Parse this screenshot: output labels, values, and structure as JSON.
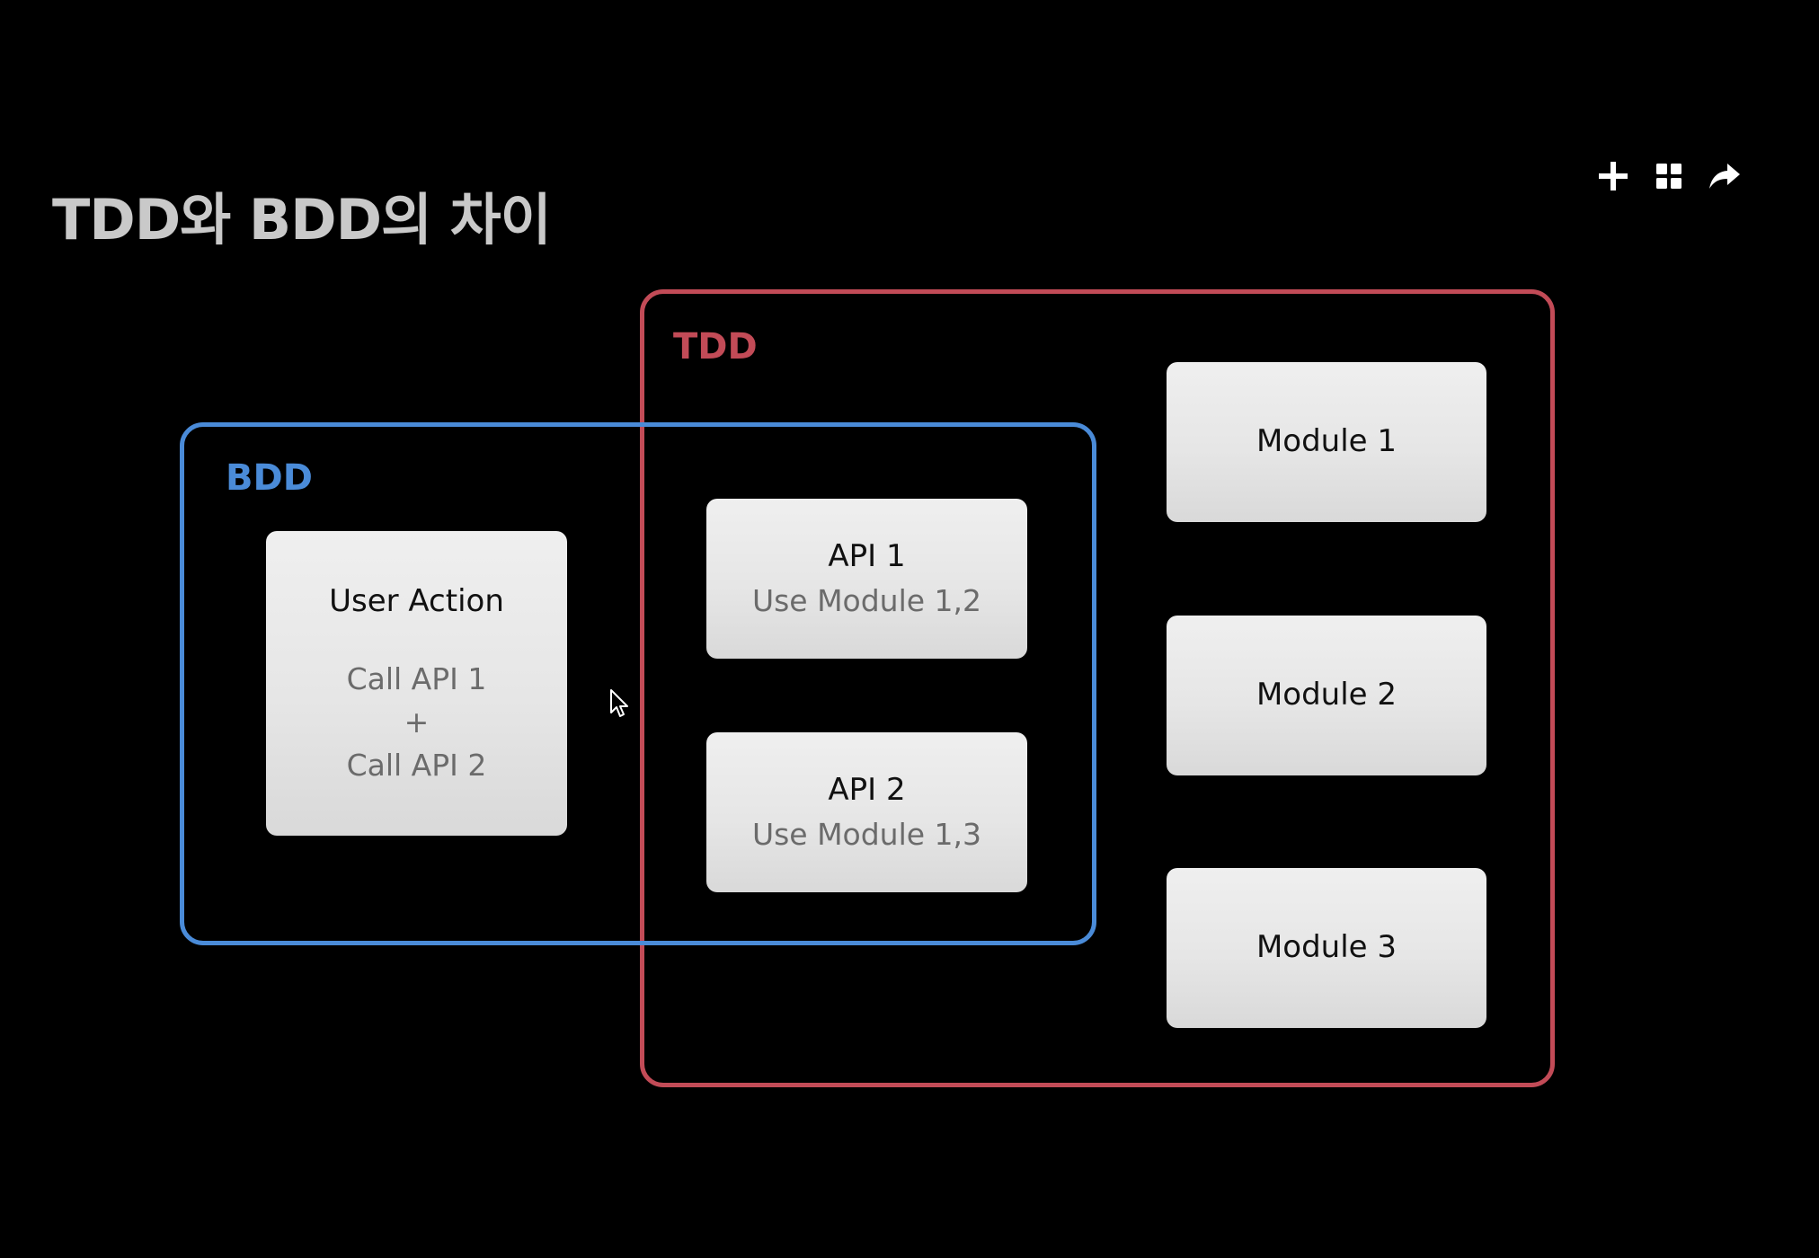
{
  "title": "TDD와 BDD의 차이",
  "toolbar": {
    "icons": [
      "plus-icon",
      "grid-icon",
      "share-arrow-icon"
    ]
  },
  "tdd": {
    "label": "TDD",
    "color": "#c24b57"
  },
  "bdd": {
    "label": "BDD",
    "color": "#4a8bd8"
  },
  "user_action": {
    "title": "User Action",
    "line1": "Call API 1",
    "line2": "+",
    "line3": "Call API 2"
  },
  "api1": {
    "title": "API 1",
    "detail": "Use Module 1,2"
  },
  "api2": {
    "title": "API 2",
    "detail": "Use Module 1,3"
  },
  "modules": [
    "Module 1",
    "Module 2",
    "Module 3"
  ]
}
